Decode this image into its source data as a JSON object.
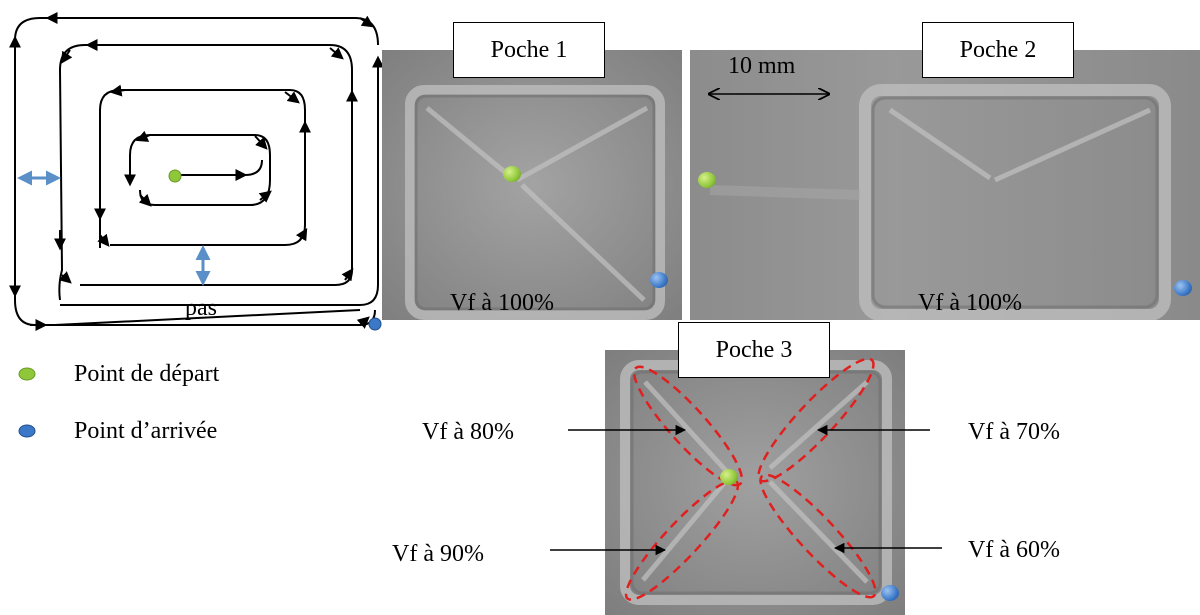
{
  "spiral": {
    "pitch_label": "pas"
  },
  "legend": {
    "start_label": "Point de départ",
    "end_label": "Point d’arrivée",
    "start_color": "#8fc63a",
    "end_color": "#3b78c8"
  },
  "pockets": [
    {
      "title": "Poche 1",
      "caption": "Vf à 100%"
    },
    {
      "title": "Poche 2",
      "caption": "Vf à 100%",
      "scale_label": "10 mm"
    },
    {
      "title": "Poche 3"
    }
  ],
  "poche3_annotations": {
    "top_left": "Vf à 80%",
    "top_right": "Vf à 70%",
    "bottom_left": "Vf à 90%",
    "bottom_right": "Vf à 60%"
  },
  "colors": {
    "arrow_blue": "#5b8fc7",
    "dashed_red": "#e0201f"
  }
}
